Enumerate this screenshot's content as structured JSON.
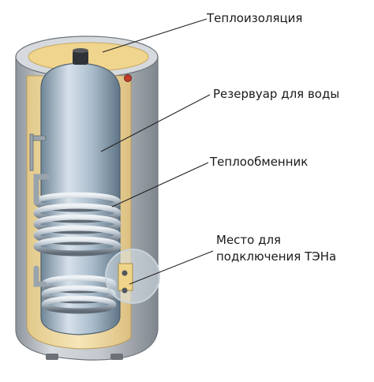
{
  "labels": {
    "insulation": "Теплоизоляция",
    "tank": "Резервуар для воды",
    "heat_exchanger": "Теплообменник",
    "heater_line1": "Место для",
    "heater_line2": "подключения ТЭНа"
  },
  "colors": {
    "insulation": "#f1dba0",
    "casing": "#c8cdd2",
    "tank": "#9fb4c6",
    "coil": "#b8c4cf",
    "leader_line": "#222222"
  }
}
